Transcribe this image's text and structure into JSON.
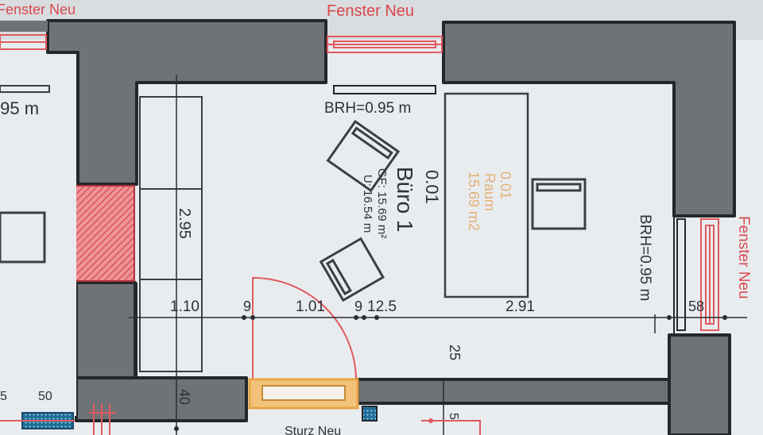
{
  "plan": {
    "window_top_left_label": "Fenster Neu",
    "window_top_label": "Fenster Neu",
    "window_right_label": "Fenster Neu",
    "left_room_brh": ".95 m",
    "brh_top": "BRH=0.95 m",
    "brh_right": "BRH=0.95 m",
    "room": {
      "number": "0.01",
      "name": "Büro 1",
      "gf_area": "GF: 15.69 m²",
      "perimeter": "U: 16.54 m"
    },
    "room_tag": {
      "number": "0.01",
      "type": "Raum",
      "area": "15.69 m2"
    },
    "lintel_label": "Sturz Neu",
    "dimensions": {
      "shelf_height": "2.95",
      "d1": "1.10",
      "d2": "9",
      "d3": "1.01",
      "d4": "9",
      "d5": "12.5",
      "d6": "2.91",
      "d7": "58",
      "wall_bottom": "25",
      "wall_bottom_left": "40",
      "left_a": "5",
      "left_b": "50",
      "bottom_right": "5"
    },
    "colors": {
      "wall": "#6f7276",
      "outline": "#24272b",
      "paper": "#e8ebee",
      "window_red": "#e05a5e",
      "door_opening": "#efb25a",
      "room_tag_tan": "#e3b177",
      "hatch_red": "#e46a70"
    }
  }
}
